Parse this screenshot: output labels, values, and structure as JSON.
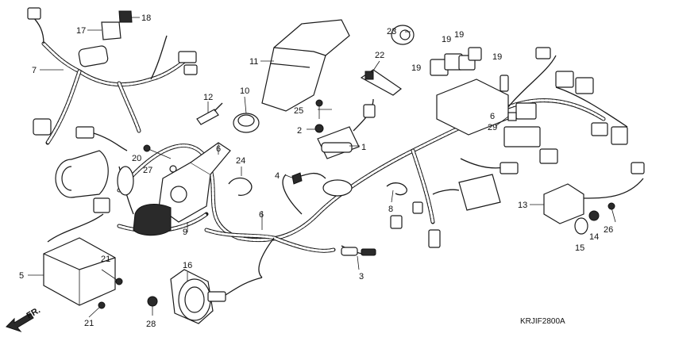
{
  "diagram_code": "KRJIF2800A",
  "direction_label": "FR.",
  "callouts": {
    "c1": "1",
    "c2": "2",
    "c3": "3",
    "c4": "4",
    "c5": "5",
    "c6a": "6",
    "c6b": "6",
    "c6c": "6",
    "c7": "7",
    "c8": "8",
    "c9": "9",
    "c10": "10",
    "c11": "11",
    "c12": "12",
    "c13": "13",
    "c14": "14",
    "c15": "15",
    "c16": "16",
    "c17": "17",
    "c18": "18",
    "c19a": "19",
    "c19b": "19",
    "c19c": "19",
    "c19d": "19",
    "c20": "20",
    "c21a": "21",
    "c21b": "21",
    "c22": "22",
    "c23": "23",
    "c24": "24",
    "c25": "25",
    "c26": "26",
    "c27": "27",
    "c28": "28",
    "c29": "29"
  }
}
